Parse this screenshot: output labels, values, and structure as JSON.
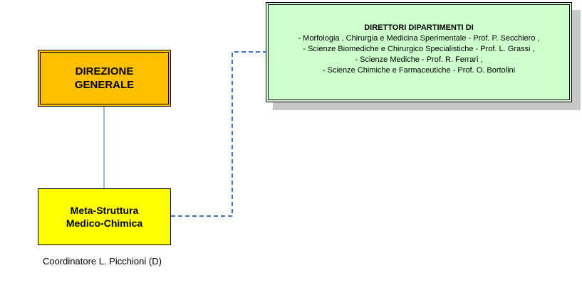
{
  "direzione_generale": {
    "line1": "DIREZIONE",
    "line2": "GENERALE"
  },
  "meta_struttura": {
    "line1": "Meta-Struttura",
    "line2": "Medico-Chimica"
  },
  "coordinatore": "Coordinatore L. Picchioni (D)",
  "direttori": {
    "title": "DIRETTORI DIPARTIMENTI DI",
    "lines": [
      "-  Morfologia , Chirurgia e Medicina Sperimentale  - Prof. P. Secchiero ,",
      "- Scienze Biomediche e Chirurgico Specialistiche  - Prof. L. Grassi ,",
      "- Scienze Mediche - Prof. R. Ferrari ,",
      "- Scienze Chimiche e Farmaceutiche - Prof. O. Bortolini"
    ]
  },
  "colors": {
    "direzione_fill": "#ffc000",
    "meta_fill": "#ffff00",
    "direttori_fill": "#ccffcc",
    "connector": "#4472c4"
  }
}
